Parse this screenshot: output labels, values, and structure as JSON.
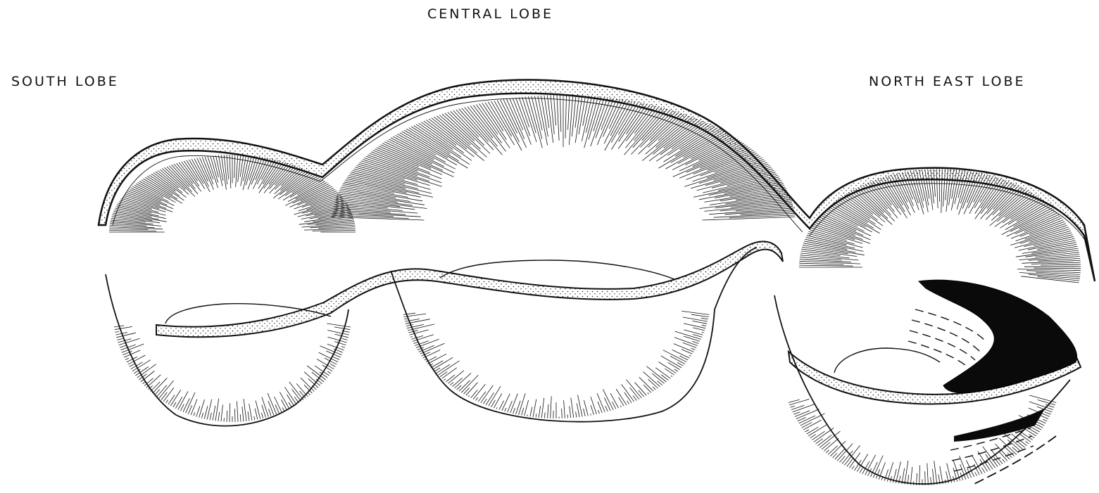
{
  "labels": {
    "central": "CENTRAL  LOBE",
    "south": "SOUTH  LOBE",
    "north_east": "NORTH  EAST  LOBE"
  },
  "colors": {
    "ink": "#111111",
    "paper": "#ffffff",
    "stipple": "#222222"
  }
}
